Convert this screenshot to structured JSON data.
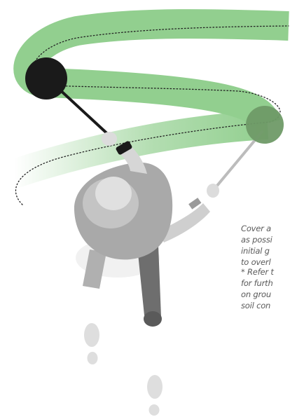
{
  "caption_main": {
    "lines": [
      "Cover a",
      "as possi",
      "initial g",
      "to overl"
    ]
  },
  "caption_note": {
    "lines": [
      "* Refer t",
      "for furth",
      "on grou",
      "soil con"
    ]
  },
  "colors": {
    "sweep_band": "#92cf8f",
    "coil_front": "#1a1a1a",
    "coil_back": "#6f9a67",
    "figure_light": "#d6d6d6",
    "figure_mid": "#b0b0b0",
    "figure_dark": "#6e6e6e",
    "footprints": "#dedede",
    "path_dots": "#222222"
  }
}
